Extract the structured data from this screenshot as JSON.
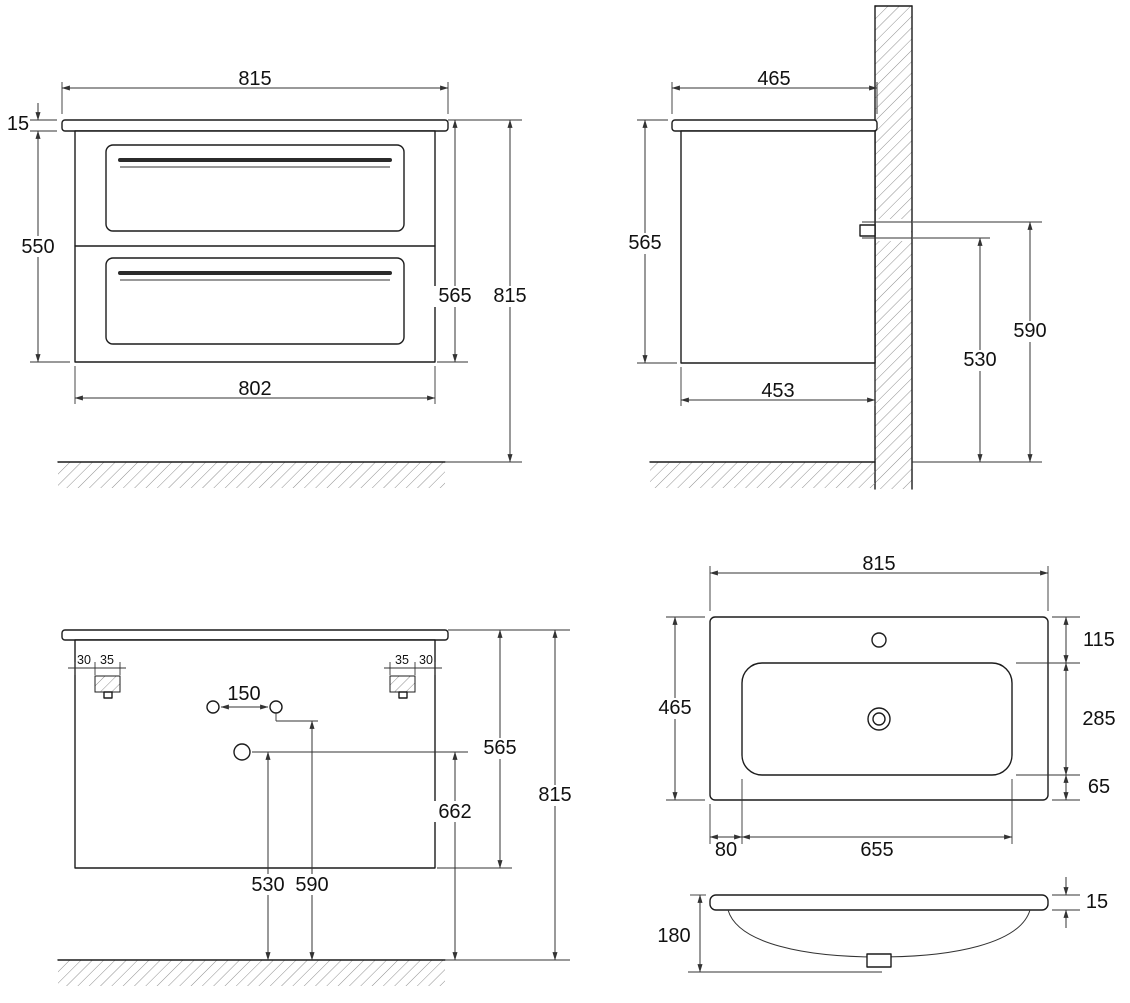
{
  "palette": {
    "line": "#1c1c1c",
    "dimension": "#333333",
    "hatch": "#8f8f8f",
    "background": "#ffffff"
  },
  "views": {
    "front": {
      "dims": {
        "overall_width": "815",
        "worktop_thickness": "15",
        "cabinet_height": "550",
        "overall_height": "565",
        "height_above_floor": "815",
        "carcass_width": "802"
      }
    },
    "side": {
      "dims": {
        "overall_depth": "465",
        "overall_height": "565",
        "carcass_depth": "453",
        "lower_fixing_height": "530",
        "upper_fixing_height": "590"
      }
    },
    "back": {
      "dims": {
        "left_edge_offset": "30",
        "left_bracket_width": "35",
        "right_bracket_width": "35",
        "right_edge_offset": "30",
        "tap_hole_spacing": "150",
        "overall_height": "565",
        "drain_drop": "662",
        "height_above_floor": "815",
        "drain_height": "530",
        "supply_height": "590"
      }
    },
    "plan": {
      "dims": {
        "overall_width": "815",
        "overall_depth": "465",
        "rear_to_tap_hole": "115",
        "tap_to_bowl_front": "285",
        "front_rim": "65",
        "side_rim": "80",
        "bowl_width": "655"
      }
    },
    "section": {
      "dims": {
        "rim_thickness": "15",
        "bowl_depth": "180"
      }
    }
  }
}
